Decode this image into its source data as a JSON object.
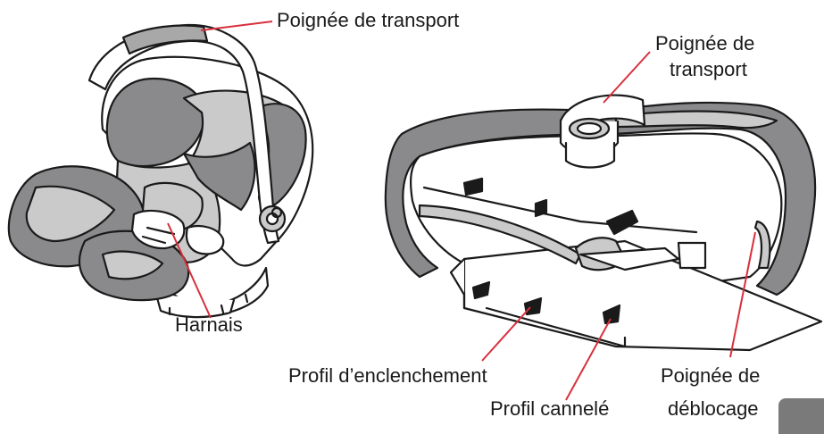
{
  "labels": {
    "carry_handle_left": "Poignée de transport",
    "carry_handle_right_line1": "Poignée de",
    "carry_handle_right_line2": "transport",
    "harness": "Harnais",
    "latch_profile": "Profil d’enclenchement",
    "grooved_profile": "Profil cannelé",
    "release_handle_line1": "Poignée de",
    "release_handle_line2": "déblocage"
  },
  "colors": {
    "leader": "#d8303c",
    "outline": "#1a1a1a",
    "dark_fabric": "#8a8a8c",
    "light_fabric": "#c9cac9",
    "mid_fabric": "#a7a8a7",
    "shell": "#ffffff",
    "corner_tab": "#7a7a7a"
  }
}
